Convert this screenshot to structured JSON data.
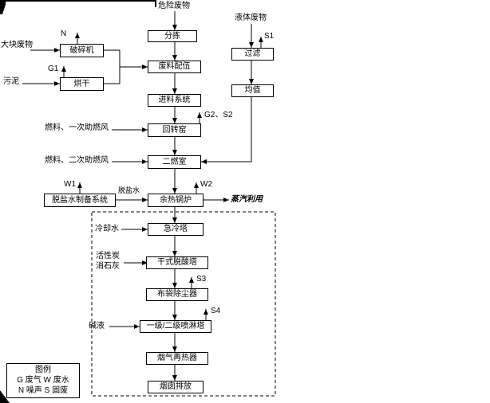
{
  "diagram": {
    "inputs": {
      "hazardous_waste": "危险废物",
      "liquid_waste": "液体废物",
      "bulk_waste": "大块废物",
      "sludge": "污泥",
      "fuel_primary_air": "燃料、一次助燃风",
      "fuel_secondary_air": "燃料、二次助燃风",
      "desalted_water": "脱盐水",
      "cooling_water": "冷却水",
      "activated_carbon": "活性炭",
      "slaked_lime": "消石灰",
      "alkali_liquor": "碱液"
    },
    "nodes": {
      "sorting": "分拣",
      "filter": "过滤",
      "homogenize": "均值",
      "crusher": "破碎机",
      "dryer": "烘干",
      "blending": "废料配伍",
      "feeding_system": "进料系统",
      "rotary_kiln": "回转窑",
      "secondary_chamber": "二燃室",
      "desalted_water_system": "脱盐水制备系统",
      "waste_heat_boiler": "余热锅炉",
      "quench_tower": "急冷塔",
      "dry_deacid_tower": "干式脱酸塔",
      "bag_filter": "布袋除尘器",
      "spray_tower": "一级/二级喷淋塔",
      "flue_gas_reheater": "烟气再热器",
      "stack_emission": "烟囱排放"
    },
    "outputs": {
      "steam_use": "蒸汽利用"
    },
    "emissions": {
      "n": "N",
      "g1": "G1",
      "s1": "S1",
      "g2s2": "G2、S2",
      "w1": "W1",
      "w2": "W2",
      "s3": "S3",
      "s4": "S4"
    },
    "legend": {
      "title": "图例",
      "line1": "G 废气 W 废水",
      "line2": "N 噪声 S 固废"
    }
  }
}
